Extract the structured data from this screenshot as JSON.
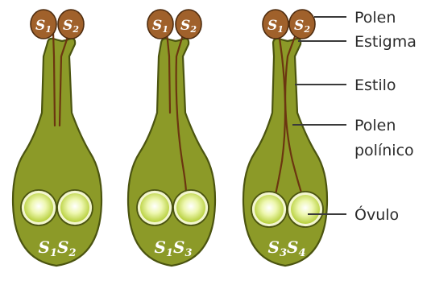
{
  "pistils": [
    {
      "grains": [
        {
          "base": "S",
          "sub": "1"
        },
        {
          "base": "S",
          "sub": "2"
        }
      ],
      "genotype": [
        {
          "base": "S",
          "sub": "1"
        },
        {
          "base": "S",
          "sub": "2"
        }
      ]
    },
    {
      "grains": [
        {
          "base": "S",
          "sub": "1"
        },
        {
          "base": "S",
          "sub": "2"
        }
      ],
      "genotype": [
        {
          "base": "S",
          "sub": "1"
        },
        {
          "base": "S",
          "sub": "3"
        }
      ]
    },
    {
      "grains": [
        {
          "base": "S",
          "sub": "1"
        },
        {
          "base": "S",
          "sub": "2"
        }
      ],
      "genotype": [
        {
          "base": "S",
          "sub": "3"
        },
        {
          "base": "S",
          "sub": "4"
        }
      ]
    }
  ],
  "labels": {
    "pollen": "Polen",
    "stigma": "Estigma",
    "style": "Estilo",
    "tube_line1": "Polen",
    "tube_line2": "polínico",
    "ovule": "Óvulo"
  },
  "colors": {
    "pistil": "#8c9a28",
    "pollen_grain": "#a0612b",
    "pollen_tube": "#6b3510",
    "ovule": "#e6f0a0"
  }
}
